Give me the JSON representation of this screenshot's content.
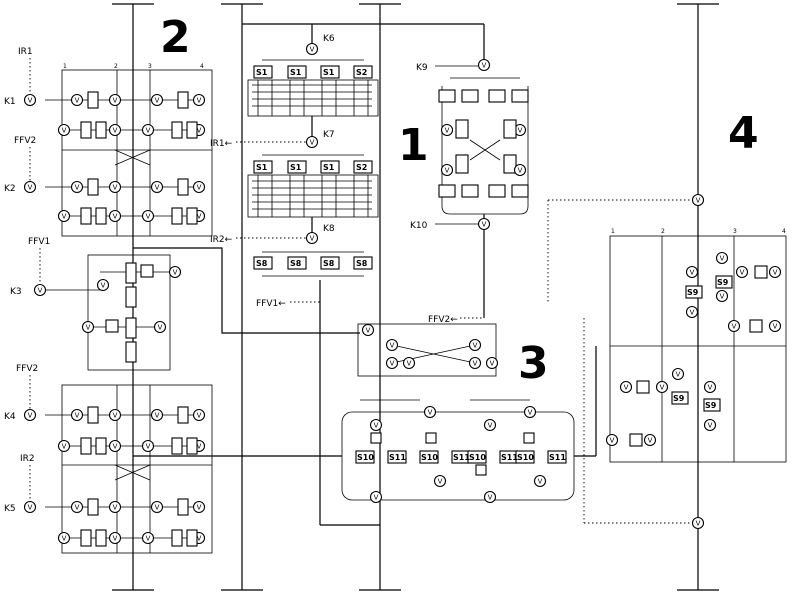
{
  "section_numbers": {
    "s1": "1",
    "s2": "2",
    "s3": "3",
    "s4": "4"
  },
  "node_symbol": "V",
  "switch_labels": {
    "s1": "S1",
    "s2": "S2",
    "s8": "S8",
    "s9": "S9",
    "s10": "S10",
    "s11": "S11"
  },
  "control_labels": {
    "k1": "K1",
    "k2": "K2",
    "k3": "K3",
    "k4": "K4",
    "k5": "K5",
    "k6": "K6",
    "k7": "K7",
    "k8": "K8",
    "k9": "K9",
    "k10": "K10",
    "ir1": "IR1",
    "ir2": "IR2",
    "ffv1": "FFV1",
    "ffv2": "FFV2",
    "ir1_out": "IR1←",
    "ir2_out": "IR2←",
    "ffv1_out": "FFV1←",
    "ffv2_out": "FFV2←"
  },
  "port_numbers": {
    "p1": "1",
    "p2": "2",
    "p3": "3",
    "p4": "4"
  }
}
